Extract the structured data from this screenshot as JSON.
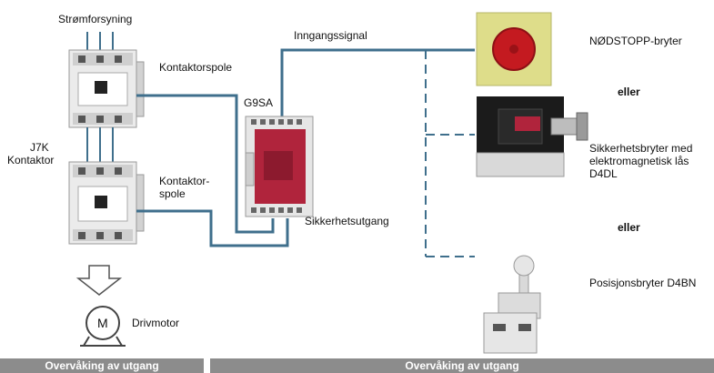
{
  "labels": {
    "power_supply": "Strømforsyning",
    "contactor_coil_top": "Kontaktorspole",
    "contactor_name_line1": "J7K",
    "contactor_name_line2": "Kontaktor",
    "contactor_coil_bottom_line1": "Kontaktor-",
    "contactor_coil_bottom_line2": "spole",
    "relay_name": "G9SA",
    "input_signal": "Inngangssignal",
    "safety_output": "Sikkerhetsutgang",
    "drive_motor": "Drivmotor",
    "motor_symbol": "M",
    "estop_switch": "NØDSTOPP-bryter",
    "or_1": "eller",
    "interlock_line1": "Sikkerhetsbryter med",
    "interlock_line2": "elektromagnetisk lås",
    "interlock_line3": "D4DL",
    "or_2": "eller",
    "position_switch": "Posisjonsbryter D4BN"
  },
  "footer": {
    "left": "Overvåking av utgang",
    "right": "Overvåking av utgang"
  },
  "colors": {
    "wire": "#3f6f8c",
    "relay_red": "#b0243c",
    "estop_button": "#c41a20",
    "estop_base": "#dedd8a",
    "footer_bar": "#8c8c8c"
  }
}
